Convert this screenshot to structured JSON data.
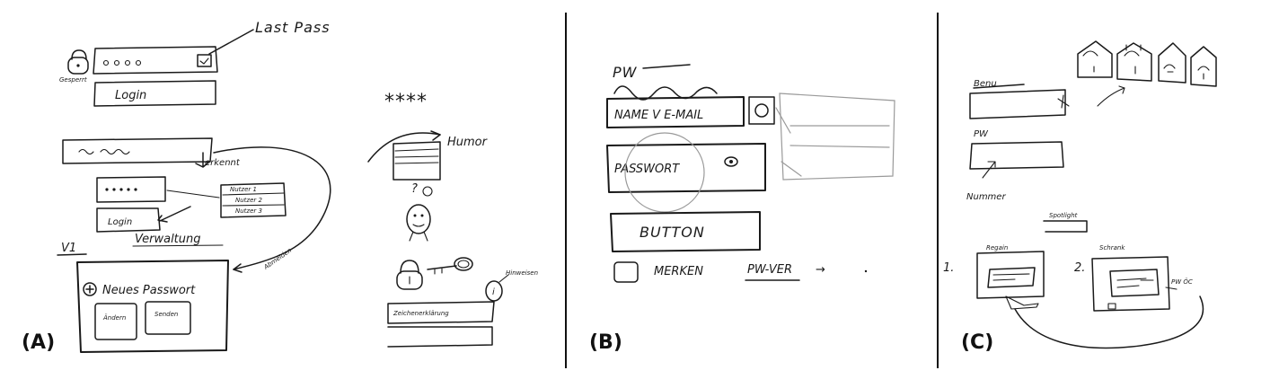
{
  "panels": {
    "a": {
      "label": "(A)",
      "lastpass": "Last Pass",
      "gesperrt": "Gesperrt",
      "login1": "Login",
      "erkennt": "erkennt",
      "nutzer1": "Nutzer 1",
      "nutzer2": "Nutzer 2",
      "nutzer3": "Nutzer 3",
      "login2": "Login",
      "verwaltung": "Verwaltung",
      "v1": "V1",
      "neues_passwort": "Neues Passwort",
      "aendern": "Ändern",
      "senden": "Senden",
      "annotation_curve": "Abmelden",
      "humor": "Humor",
      "hinweis": "Hinweisen",
      "dialog_text": "Zeichenerklärung",
      "stars": "****"
    },
    "b": {
      "label": "(B)",
      "pw": "PW",
      "name_email": "NAME V E-MAIL",
      "passwort": "PASSWORT",
      "button": "BUTTON",
      "merken": "MERKEN",
      "pw_ver": "PW-VER",
      "arrow": "→"
    },
    "c": {
      "label": "(C)",
      "benutzer": "Benu",
      "pw": "PW",
      "nummer": "Nummer",
      "spotlight": "Spotlight",
      "step1": "1.",
      "step2": "2.",
      "regain": "Regain",
      "schrank": "Schrank",
      "pw_oc": "PW ÖC"
    }
  }
}
